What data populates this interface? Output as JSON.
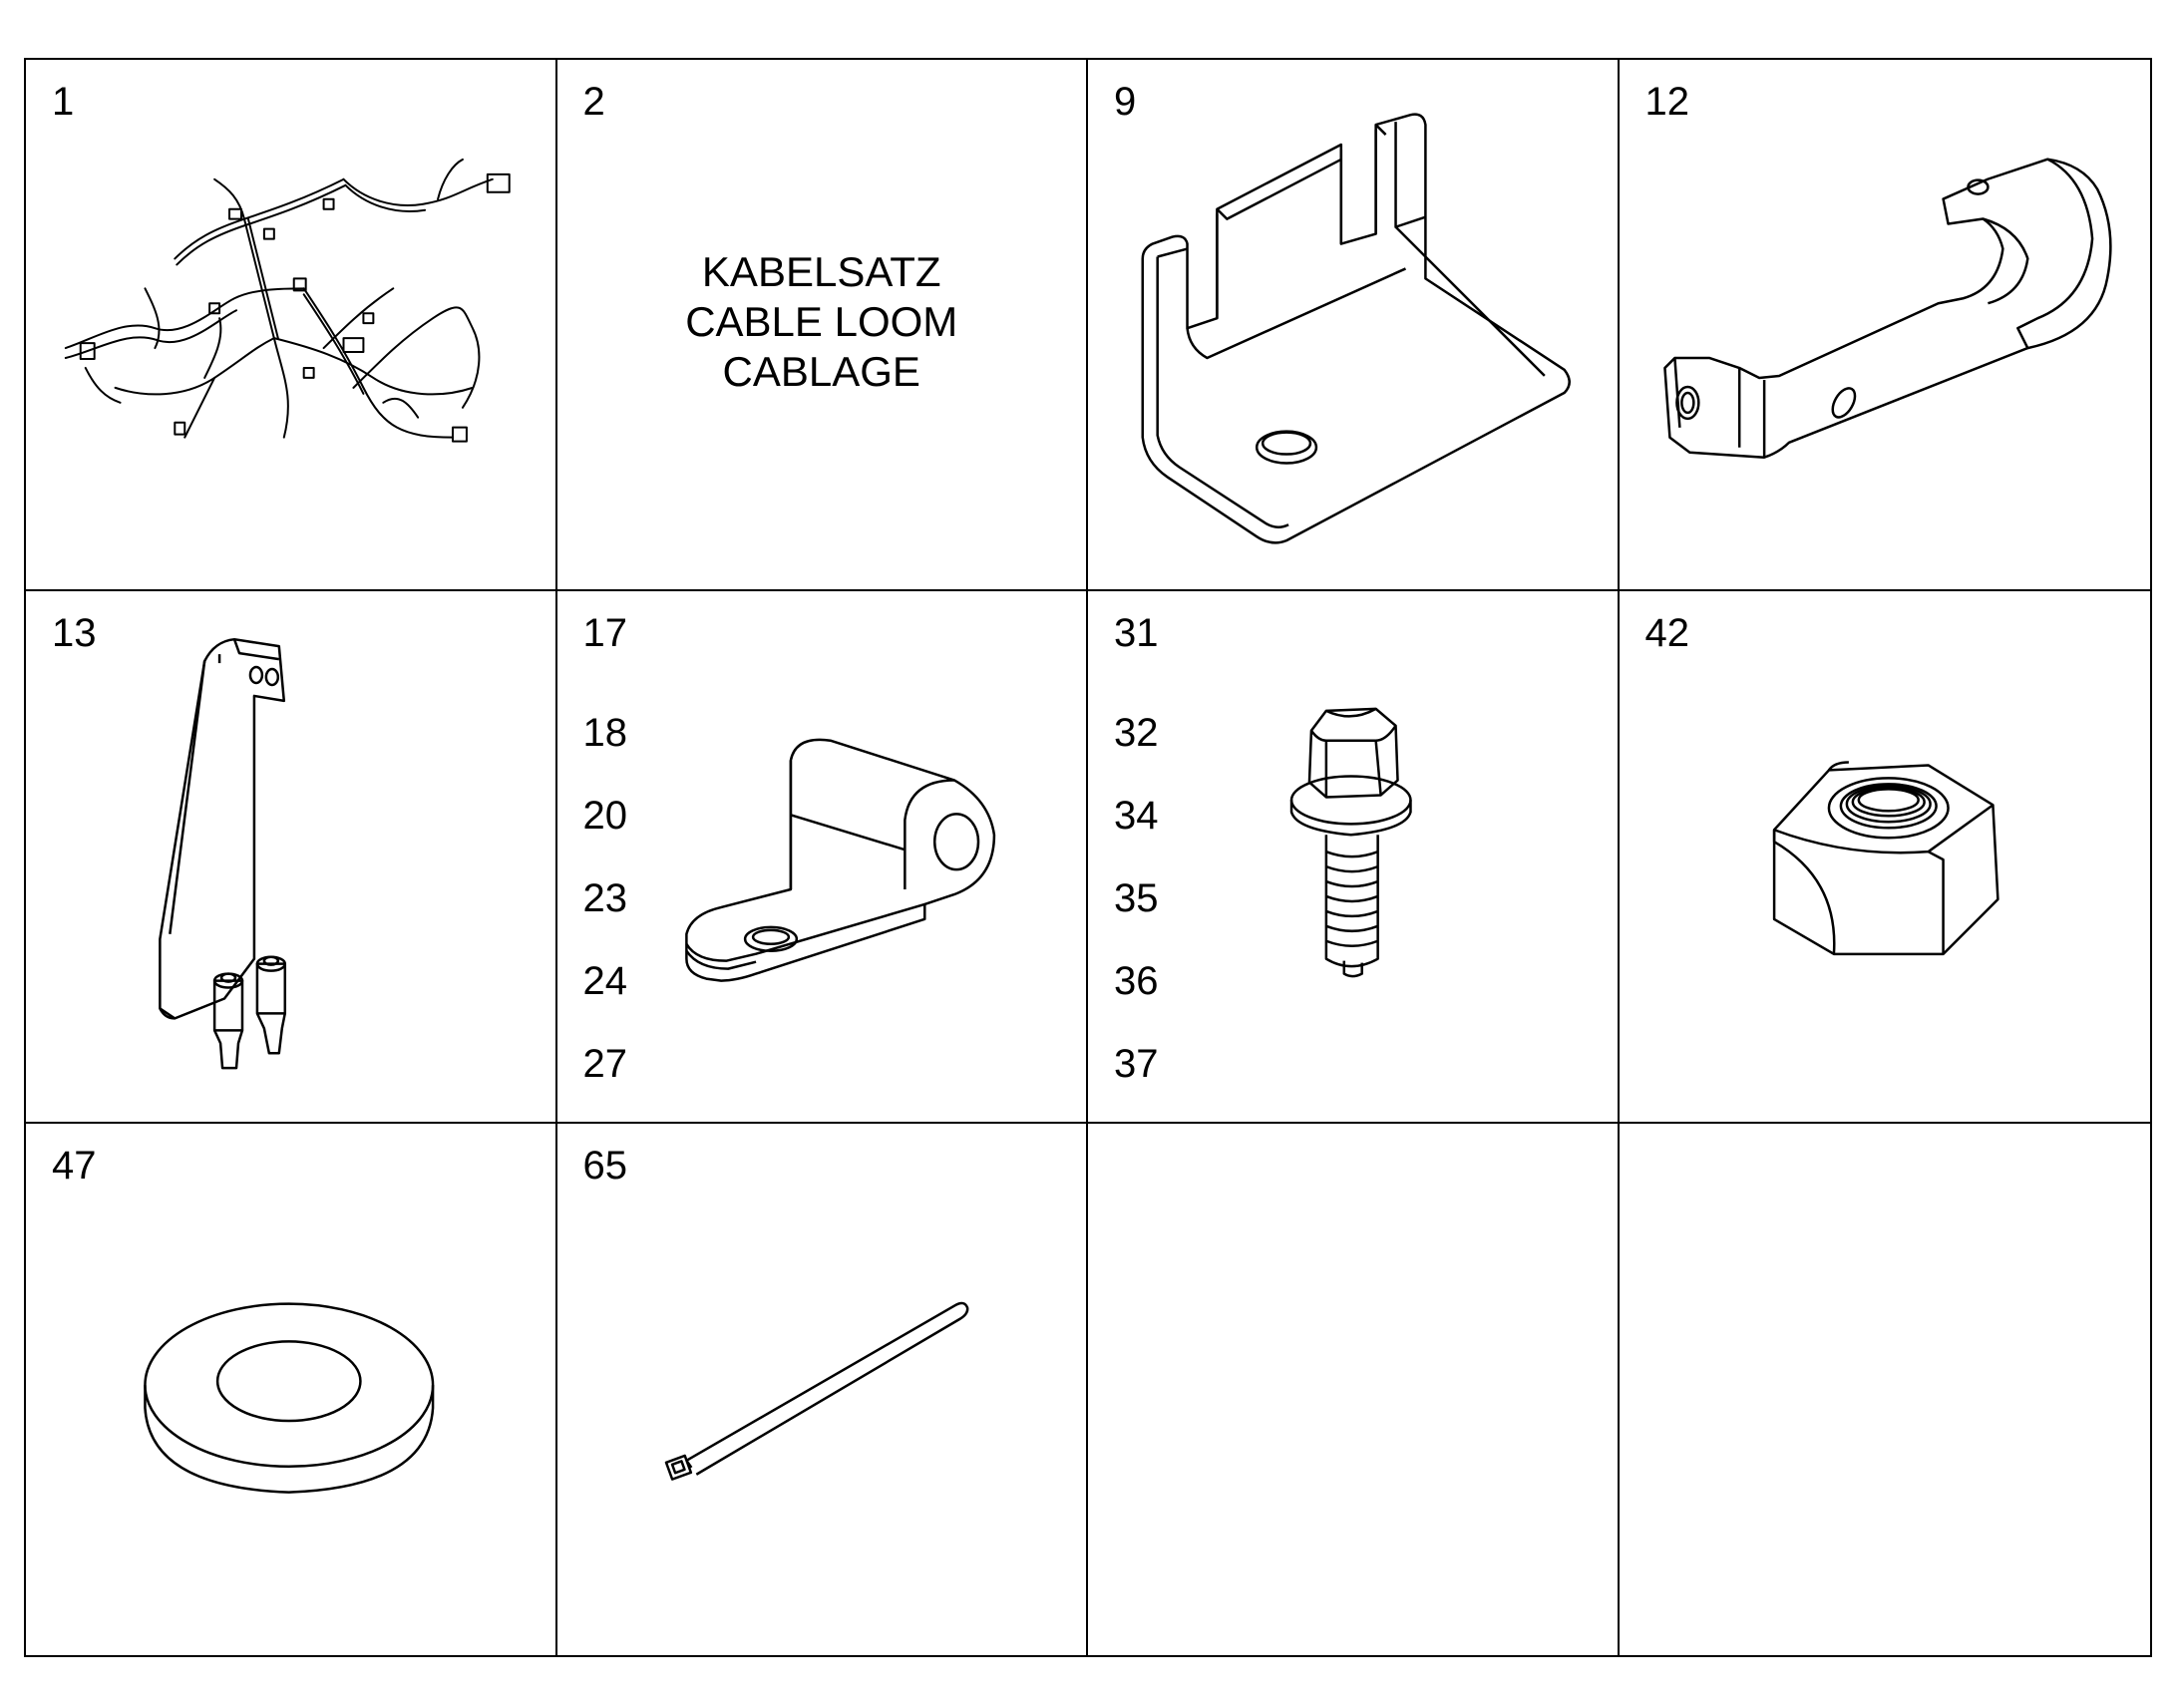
{
  "cells": [
    {
      "numbers": [
        "1"
      ],
      "icon": "wiring-harness-icon"
    },
    {
      "numbers": [
        "2"
      ],
      "caption": [
        "KABELSATZ",
        "CABLE LOOM",
        "CABLAGE"
      ]
    },
    {
      "numbers": [
        "9"
      ],
      "icon": "slotted-bracket-icon"
    },
    {
      "numbers": [
        "12"
      ],
      "icon": "curved-bracket-icon"
    },
    {
      "numbers": [
        "13"
      ],
      "icon": "angle-bracket-with-screws-icon"
    },
    {
      "numbers": [
        "17",
        "18",
        "20",
        "23",
        "24",
        "27"
      ],
      "icon": "cable-clamp-icon"
    },
    {
      "numbers": [
        "31",
        "32",
        "34",
        "35",
        "36",
        "37"
      ],
      "icon": "flange-bolt-icon"
    },
    {
      "numbers": [
        "42"
      ],
      "icon": "hex-nut-icon"
    },
    {
      "numbers": [
        "47"
      ],
      "icon": "flat-washer-icon"
    },
    {
      "numbers": [
        "65"
      ],
      "icon": "cable-tie-icon"
    },
    {
      "numbers": []
    },
    {
      "numbers": []
    }
  ]
}
